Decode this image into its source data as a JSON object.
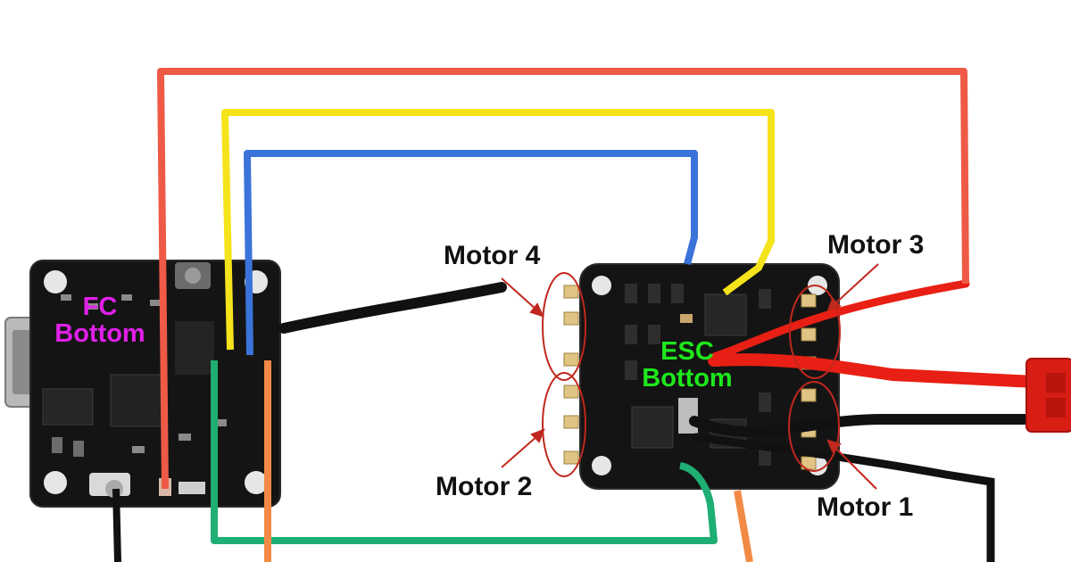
{
  "labels": {
    "fc_line1": "FC",
    "fc_line2": "Bottom",
    "esc_line1": "ESC",
    "esc_line2": "Bottom",
    "motor1": "Motor 1",
    "motor2": "Motor 2",
    "motor3": "Motor 3",
    "motor4": "Motor 4"
  },
  "colors": {
    "wire_red": "#ee5a46",
    "wire_yellow": "#f5e31c",
    "wire_blue": "#3a73d9",
    "wire_green": "#1fae74",
    "wire_orange": "#f28a45",
    "wire_black": "#111111",
    "power_red": "#e81f14",
    "fc_label": "#e020e8",
    "esc_label": "#1ee81c",
    "annotation": "#c0281e",
    "board": "#141414"
  }
}
